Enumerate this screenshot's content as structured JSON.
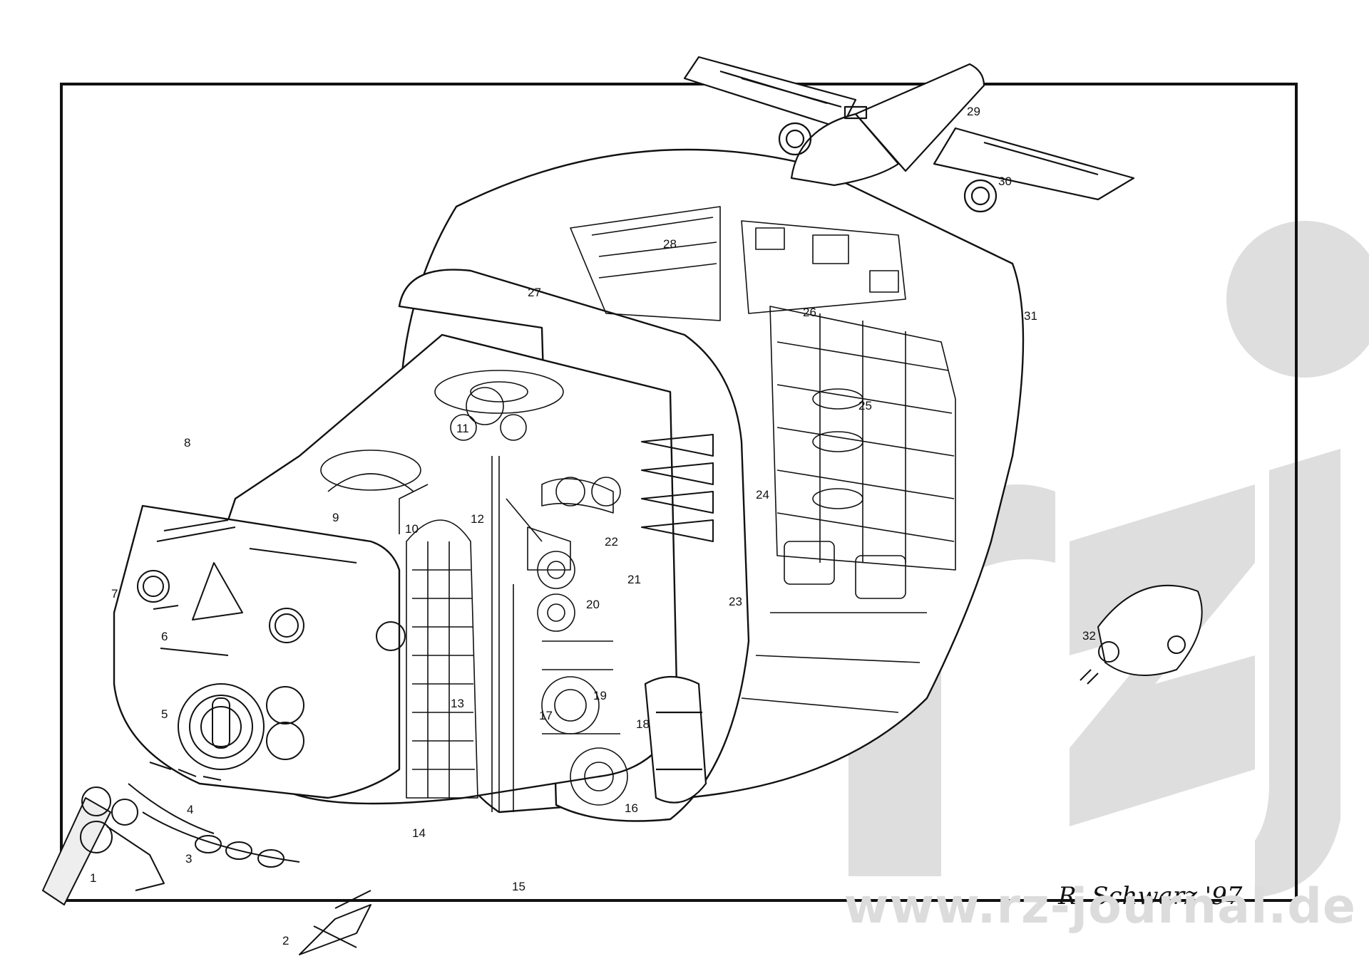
{
  "watermark": {
    "url": "www.rz-journal.de",
    "logo_letters": "rzj",
    "color": "#d9d9d9"
  },
  "signature": "R. Schwarz '97",
  "ink_color": "#111111",
  "callouts": [
    "1",
    "2",
    "3",
    "4",
    "5",
    "6",
    "7",
    "8",
    "9",
    "10",
    "11",
    "12",
    "13",
    "14",
    "15",
    "16",
    "17",
    "18",
    "19",
    "20",
    "21",
    "22",
    "23",
    "24",
    "25",
    "26",
    "27",
    "28",
    "29",
    "30",
    "31",
    "32"
  ]
}
